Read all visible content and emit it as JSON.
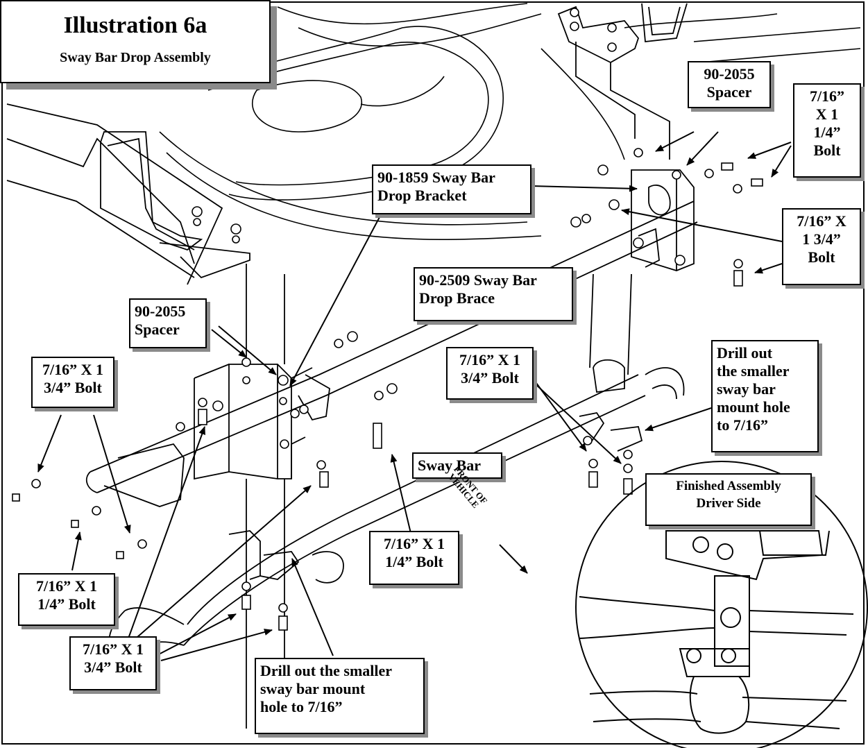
{
  "title": {
    "main": "Illustration 6a",
    "sub": "Sway Bar Drop Assembly"
  },
  "callouts": {
    "spacer_top": "90-2055\nSpacer",
    "bolt_top_right": "7/16”\nX 1\n1/4”\nBolt",
    "drop_bracket": "90-1859 Sway Bar\nDrop Bracket",
    "bolt_right_mid": "7/16” X\n1 3/4”\nBolt",
    "drop_brace": "90-2509 Sway Bar\nDrop Brace",
    "spacer_left": "90-2055\nSpacer",
    "bolt_left_top": "7/16” X 1\n3/4” Bolt",
    "bolt_center_right": "7/16” X 1\n3/4” Bolt",
    "drill_right": "Drill out\nthe smaller\nsway bar\nmount hole\nto 7/16”",
    "sway_bar": "Sway Bar",
    "finished_assembly": "Finished Assembly\nDriver Side",
    "bolt_center": "7/16” X 1\n1/4” Bolt",
    "bolt_left_bottom": "7/16” X 1\n1/4” Bolt",
    "bolt_bottom_left": "7/16” X 1\n3/4” Bolt",
    "drill_bottom": "Drill out the smaller\nsway bar mount\nhole to 7/16”"
  },
  "direction_label": "FRONT OF\nVEHICLE"
}
